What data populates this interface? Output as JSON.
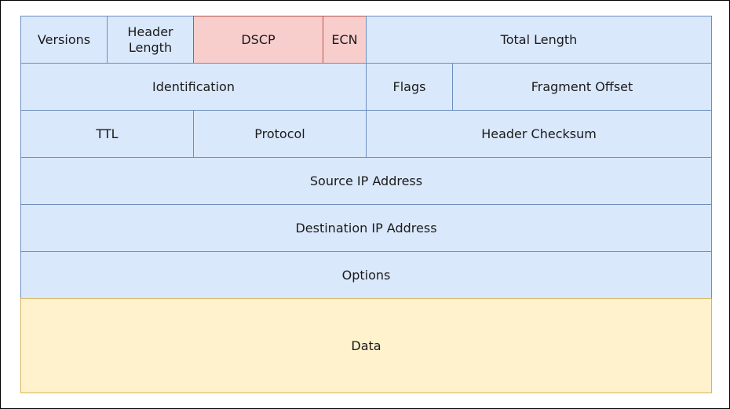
{
  "diagram": {
    "rows": [
      {
        "cells": [
          {
            "label": "Versions"
          },
          {
            "label": "Header\nLength"
          },
          {
            "label": "DSCP"
          },
          {
            "label": "ECN"
          },
          {
            "label": "Total Length"
          }
        ]
      },
      {
        "cells": [
          {
            "label": "Identification"
          },
          {
            "label": "Flags"
          },
          {
            "label": "Fragment Offset"
          }
        ]
      },
      {
        "cells": [
          {
            "label": "TTL"
          },
          {
            "label": "Protocol"
          },
          {
            "label": "Header Checksum"
          }
        ]
      },
      {
        "cells": [
          {
            "label": "Source IP Address"
          }
        ]
      },
      {
        "cells": [
          {
            "label": "Destination IP Address"
          }
        ]
      },
      {
        "cells": [
          {
            "label": "Options"
          }
        ]
      }
    ],
    "data_block": {
      "label": "Data"
    },
    "colors": {
      "header_fill": "#dae8fc",
      "header_stroke": "#6c8ebf",
      "highlight_fill": "#f8cecc",
      "highlight_stroke": "#b85450",
      "data_fill": "#fff2cc",
      "data_stroke": "#d6b656"
    }
  }
}
